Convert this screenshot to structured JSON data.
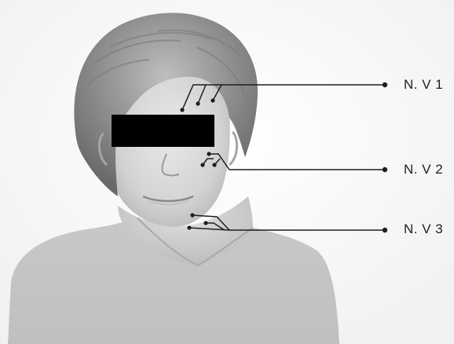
{
  "labels": {
    "v1": "N. V 1",
    "v2": "N. V 2",
    "v3": "N. V 3"
  },
  "colors": {
    "background": "#ffffff",
    "line": "#1e1e1e",
    "censor_bar": "#000000"
  }
}
